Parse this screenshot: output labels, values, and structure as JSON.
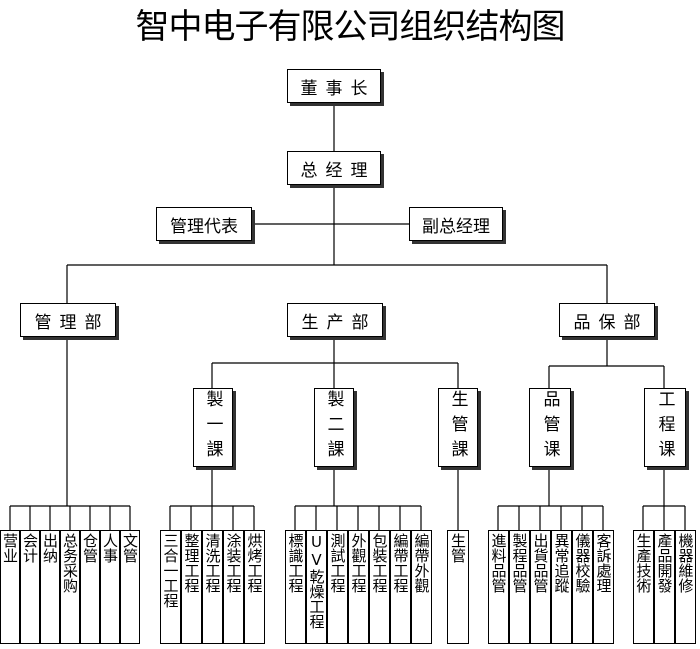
{
  "title": "智中电子有限公司组织结构图",
  "chairman": "董事长",
  "gm": "总经理",
  "mgmt_rep": "管理代表",
  "deputy_gm": "副总经理",
  "departments": {
    "admin": "管理部",
    "production": "生产部",
    "quality": "品保部"
  },
  "sections": {
    "mfg1": "製一課",
    "mfg2": "製二課",
    "prod_mgmt": "生管課",
    "qc": "品管课",
    "eng": "工程课"
  },
  "admin_units": [
    "营业",
    "会计",
    "出纳",
    "总务采购",
    "仓管",
    "人事",
    "文管"
  ],
  "mfg1_units": [
    "三合一工程",
    "整理工程",
    "清洗工程",
    "涂装工程",
    "烘烤工程"
  ],
  "mfg2_units": [
    "標識工程",
    "UV乾燥工程",
    "測試工程",
    "外觀工程",
    "包裝工程",
    "編帶工程",
    "編帶外觀"
  ],
  "prod_mgmt_units": [
    "生管"
  ],
  "qc_units": [
    "進料品管",
    "製程品管",
    "出貨品管",
    "異常追蹤",
    "儀器校驗",
    "客訴處理"
  ],
  "eng_units": [
    "生產技術",
    "產品開發",
    "機器維修"
  ]
}
